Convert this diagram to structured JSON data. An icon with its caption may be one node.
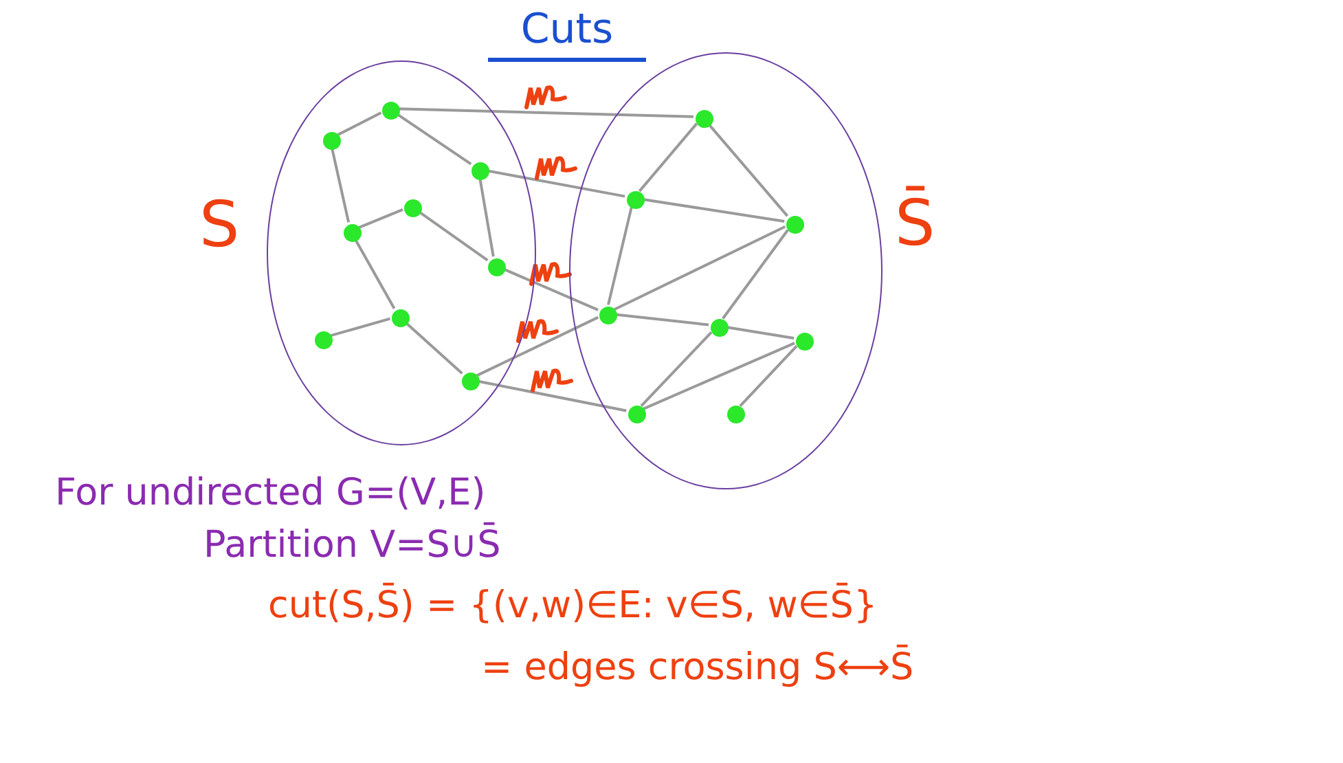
{
  "diagram": {
    "title": "Cuts",
    "nodes": [
      {
        "text": [],
        "shape": "ellipse",
        "beside": [
          "S"
        ]
      },
      {
        "text": [],
        "shape": "circle",
        "in": 0
      },
      {
        "text": [],
        "shape": "circle",
        "in": 0
      },
      {
        "text": [],
        "shape": "circle",
        "in": 0
      },
      {
        "text": [],
        "shape": "circle",
        "in": 0
      },
      {
        "text": [],
        "shape": "circle",
        "in": 0
      },
      {
        "text": [],
        "shape": "circle",
        "in": 0
      },
      {
        "text": [],
        "shape": "circle",
        "in": 0
      },
      {
        "text": [],
        "shape": "circle",
        "in": 0
      },
      {
        "text": [],
        "shape": "circle",
        "in": 0
      },
      {
        "text": [],
        "shape": "ellipse",
        "beside": [
          "S̄"
        ]
      },
      {
        "text": [],
        "shape": "circle",
        "in": 10
      },
      {
        "text": [],
        "shape": "circle",
        "in": 10
      },
      {
        "text": [],
        "shape": "circle",
        "in": 10
      },
      {
        "text": [],
        "shape": "circle",
        "in": 10
      },
      {
        "text": [],
        "shape": "circle",
        "in": 10
      },
      {
        "text": [],
        "shape": "circle",
        "in": 10
      },
      {
        "text": [],
        "shape": "circle",
        "in": 10
      },
      {
        "text": [],
        "shape": "circle",
        "in": 10
      }
    ],
    "edges": [
      {
        "from": 1,
        "to": 2,
        "arrow": "none"
      },
      {
        "from": 1,
        "to": 3,
        "arrow": "none"
      },
      {
        "from": 2,
        "to": 5,
        "arrow": "none"
      },
      {
        "from": 5,
        "to": 4,
        "arrow": "none"
      },
      {
        "from": 4,
        "to": 6,
        "arrow": "none"
      },
      {
        "from": 3,
        "to": 6,
        "arrow": "none"
      },
      {
        "from": 5,
        "to": 7,
        "arrow": "none"
      },
      {
        "from": 7,
        "to": 8,
        "arrow": "none"
      },
      {
        "from": 7,
        "to": 9,
        "arrow": "none"
      },
      {
        "from": 1,
        "to": 11,
        "arrow": "none"
      },
      {
        "from": 3,
        "to": 12,
        "arrow": "none"
      },
      {
        "from": 6,
        "to": 14,
        "arrow": "none"
      },
      {
        "from": 9,
        "to": 14,
        "arrow": "none"
      },
      {
        "from": 9,
        "to": 16,
        "arrow": "none"
      },
      {
        "from": 11,
        "to": 12,
        "arrow": "none"
      },
      {
        "from": 11,
        "to": 13,
        "arrow": "none"
      },
      {
        "from": 12,
        "to": 13,
        "arrow": "none"
      },
      {
        "from": 12,
        "to": 14,
        "arrow": "none"
      },
      {
        "from": 14,
        "to": 13,
        "arrow": "none"
      },
      {
        "from": 14,
        "to": 15,
        "arrow": "none"
      },
      {
        "from": 15,
        "to": 13,
        "arrow": "none"
      },
      {
        "from": 15,
        "to": 18,
        "arrow": "none"
      },
      {
        "from": 15,
        "to": 16,
        "arrow": "none"
      },
      {
        "from": 16,
        "to": 18,
        "arrow": "none"
      },
      {
        "from": 18,
        "to": 17,
        "arrow": "none"
      }
    ],
    "labels": [
      "For undirected G=(V,E)",
      "Partition V=S∪S̄",
      "cut(S,S̄) = {(v,w)∈E: v∈S, w∈S̄}",
      "= edges crossing S⟷S̄"
    ]
  }
}
